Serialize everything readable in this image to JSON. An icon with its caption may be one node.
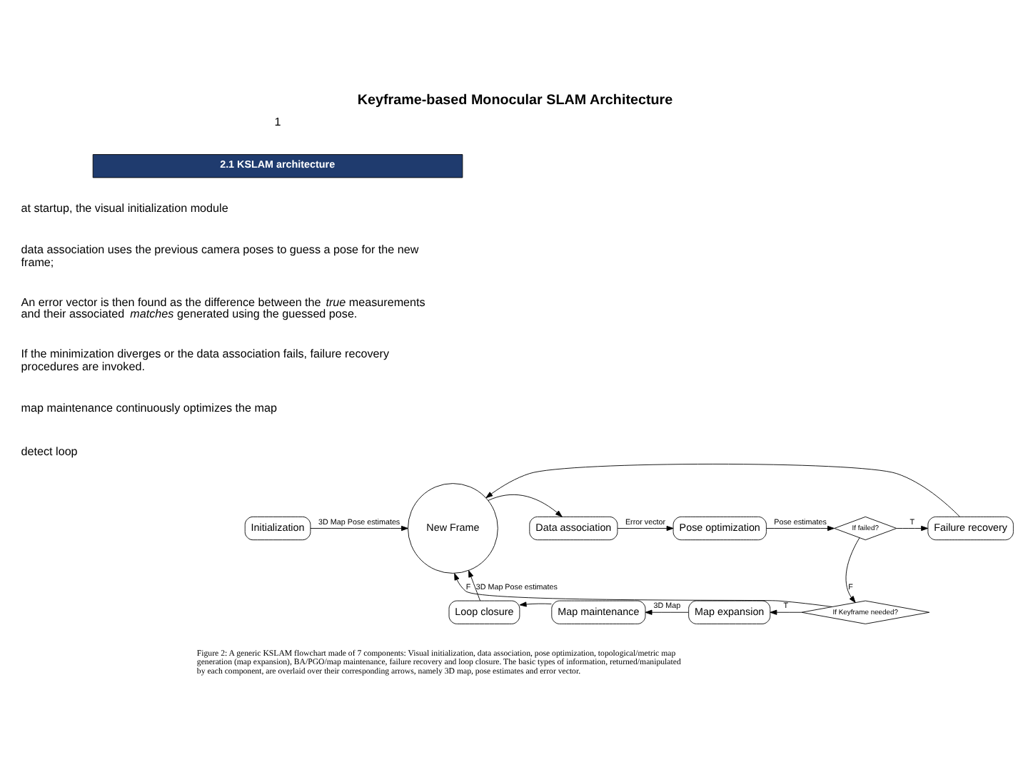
{
  "diagram": {
    "title": "Keyframe-based Monocular SLAM Architecture",
    "caption": "Figure 2: A generic KSLAM flowchart made of 7 components: Visual initialization, data association, pose optimization, topological/metric map generation (map expansion), BA/PGO/map maintenance, failure recovery and loop closure. The basic types of information, returned/manipulated by each component, are overlaid over their corresponding arrows, namely 3D map, pose estimates and error vector.",
    "nodes": [
      {
        "text": [
          "Initialization"
        ]
      },
      {
        "text": [
          "New Frame"
        ]
      },
      {
        "text": [
          "Data association"
        ]
      },
      {
        "text": [
          "Pose optimization"
        ]
      },
      {
        "text": [
          "If failed?"
        ]
      },
      {
        "text": [
          "Failure recovery"
        ]
      },
      {
        "text": [
          "If Keyframe needed?"
        ]
      },
      {
        "text": [
          "Map expansion"
        ]
      },
      {
        "text": [
          "Map maintenance"
        ]
      },
      {
        "text": [
          "Loop closure"
        ]
      }
    ],
    "edges": [
      {
        "from": 0,
        "to": 1,
        "arrow": "to",
        "label": "3D Map Pose estimates"
      },
      {
        "from": 1,
        "to": 2,
        "arrow": "to"
      },
      {
        "from": 2,
        "to": 3,
        "arrow": "to",
        "label": "Error vector"
      },
      {
        "from": 3,
        "to": 4,
        "arrow": "to",
        "label": "Pose estimates"
      },
      {
        "from": 4,
        "to": 5,
        "arrow": "to",
        "label": "T"
      },
      {
        "from": 4,
        "to": 6,
        "arrow": "to",
        "label": "F"
      },
      {
        "from": 6,
        "to": 7,
        "arrow": "to",
        "label": "T"
      },
      {
        "from": 7,
        "to": 8,
        "arrow": "to",
        "label": "3D Map"
      },
      {
        "from": 8,
        "to": 9,
        "arrow": "to"
      },
      {
        "from": 9,
        "to": 1,
        "arrow": "to",
        "label": "3D Map Pose estimates"
      },
      {
        "from": 5,
        "to": 1,
        "arrow": "to"
      },
      {
        "from": 6,
        "to": 1,
        "arrow": "to",
        "label": "F"
      }
    ],
    "labels": [
      "1",
      "2.1 KSLAM architecture",
      "at startup, the visual initialization module",
      "data association uses the previous camera poses to guess a pose for the new frame;",
      "An error vector is then found as the difference between the *true* measurements and their associated *matches* generated using the guessed pose.",
      "If the minimization diverges or the data association fails, failure recovery procedures are invoked.",
      "map maintenance continuously optimizes the map",
      "detect loop"
    ]
  }
}
